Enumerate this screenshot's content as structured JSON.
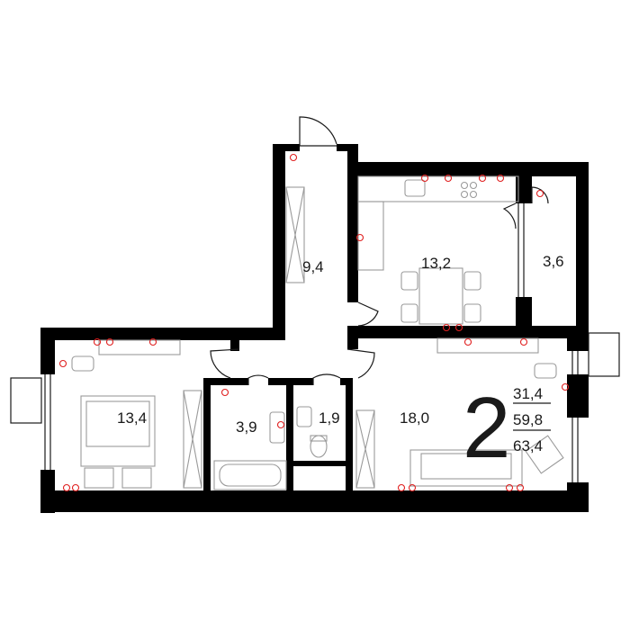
{
  "plan": {
    "rooms_count": "2",
    "living_area": "31,4",
    "total_area": "59,8",
    "total_area_with_balcony": "63,4",
    "rooms": {
      "hall": "9,4",
      "kitchen": "13,2",
      "balcony": "3,6",
      "bedroom": "13,4",
      "bathroom": "3,9",
      "wc": "1,9",
      "living": "18,0"
    }
  },
  "colors": {
    "wall": "#000000",
    "outlet": "#e02020",
    "furniture": "#9a9a9a"
  }
}
